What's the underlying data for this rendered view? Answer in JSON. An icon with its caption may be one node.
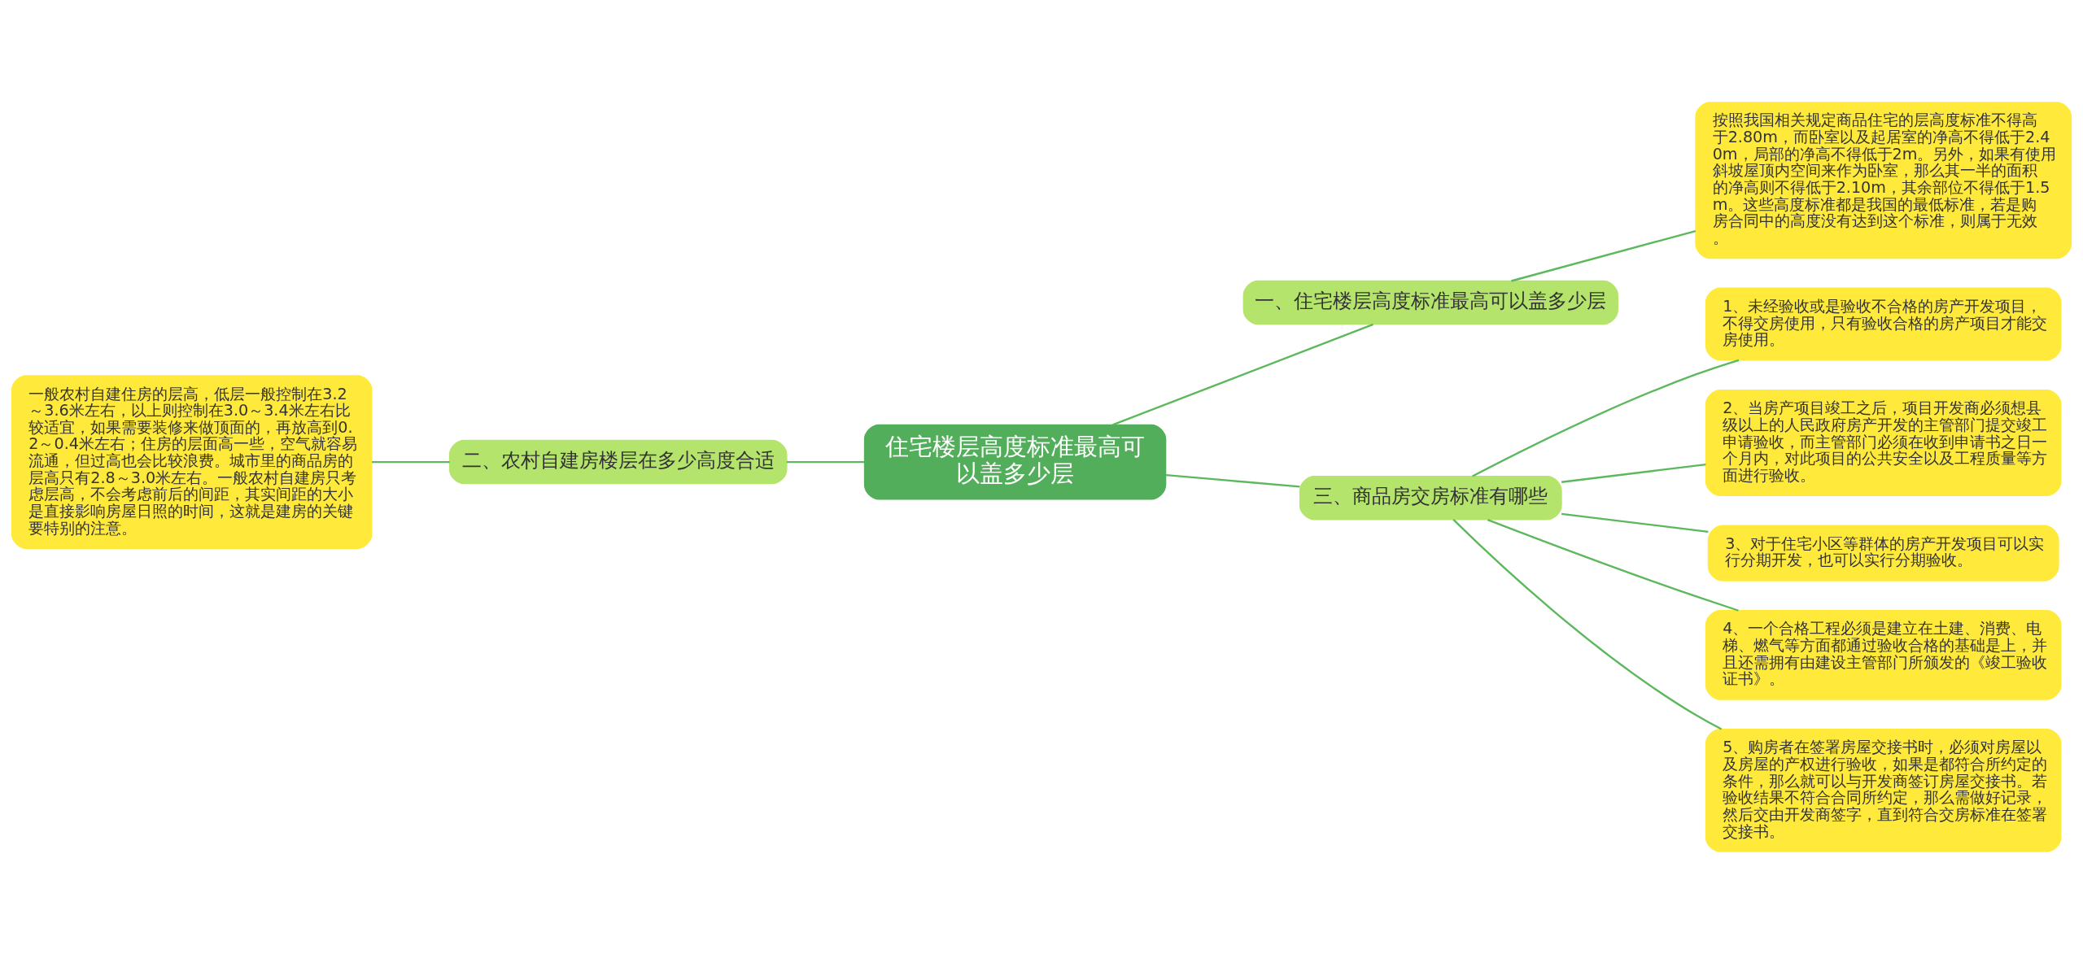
{
  "diagram": {
    "nodes": [
      {
        "text": [
          "住宅楼层高度标准最高可以盖多少层"
        ]
      },
      {
        "text": [
          "一、住宅楼层高度标准最高可以盖多少层"
        ]
      },
      {
        "text": [
          "按照我国相关规定商品住宅的层高度标准不得高于2.80m，而卧室以及起居室的净高不得低于2.40m，局部的净高不得低于2m。另外，如果有使用斜坡屋顶内空间来作为卧室，那么其一半的面积的净高则不得低于2.10m，其余部位不得低于1.5m。这些高度标准都是我国的最低标准，若是购房合同中的高度没有达到这个标准，则属于无效。"
        ]
      },
      {
        "text": [
          "二、农村自建房楼层在多少高度合适"
        ]
      },
      {
        "text": [
          "一般农村自建住房的层高，低层一般控制在3.2～3.6米左右，以上则控制在3.0～3.4米左右比较适宜，如果需要装修来做顶面的，再放高到0.2～0.4米左右；住房的层面高一些，空气就容易流通，但过高也会比较浪费。城市里的商品房的层高只有2.8～3.0米左右。一般农村自建房只考虑层高，不会考虑前后的间距，其实间距的大小是直接影响房屋日照的时间，这就是建房的关键要特别的注意。"
        ]
      },
      {
        "text": [
          "三、商品房交房标准有哪些"
        ]
      },
      {
        "text": [
          "1、未经验收或是验收不合格的房产开发项目，不得交房使用，只有验收合格的房产项目才能交房使用。"
        ]
      },
      {
        "text": [
          "2、当房产项目竣工之后，项目开发商必须想县级以上的人民政府房产开发的主管部门提交竣工申请验收，而主管部门必须在收到申请书之日一个月内，对此项目的公共安全以及工程质量等方面进行验收。"
        ]
      },
      {
        "text": [
          "3、对于住宅小区等群体的房产开发项目可以实行分期开发，也可以实行分期验收。"
        ]
      },
      {
        "text": [
          "4、一个合格工程必须是建立在土建、消费、电梯、燃气等方面都通过验收合格的基础是上，并且还需拥有由建设主管部门所颁发的《竣工验收证书》。"
        ]
      },
      {
        "text": [
          "5、购房者在签署房屋交接书时，必须对房屋以及房屋的产权进行验收，如果是都符合所约定的条件，那么就可以与开发商签订房屋交接书。若验收结果不符合合同所约定，那么需做好记录，然后交由开发商签字，直到符合交房标准在签署交接书。"
        ]
      }
    ],
    "edges": [
      {
        "from": 0,
        "to": 1,
        "arrow": "none"
      },
      {
        "from": 1,
        "to": 2,
        "arrow": "none"
      },
      {
        "from": 0,
        "to": 3,
        "arrow": "none"
      },
      {
        "from": 3,
        "to": 4,
        "arrow": "none"
      },
      {
        "from": 0,
        "to": 5,
        "arrow": "none"
      },
      {
        "from": 5,
        "to": 6,
        "arrow": "none"
      },
      {
        "from": 5,
        "to": 7,
        "arrow": "none"
      },
      {
        "from": 5,
        "to": 8,
        "arrow": "none"
      },
      {
        "from": 5,
        "to": 9,
        "arrow": "none"
      },
      {
        "from": 5,
        "to": 10,
        "arrow": "none"
      }
    ]
  }
}
